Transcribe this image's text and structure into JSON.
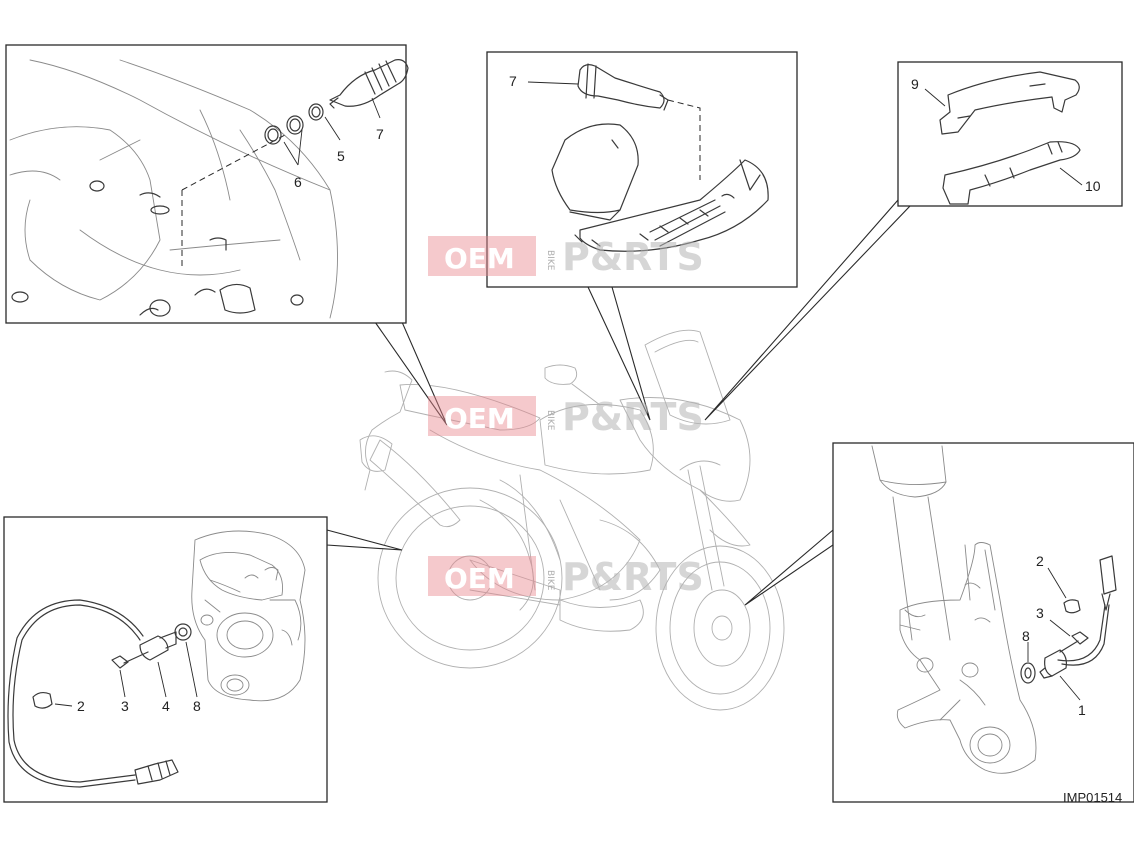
{
  "drawing_code": "IMP01514",
  "callouts": {
    "top_left": [
      "7",
      "6",
      "5"
    ],
    "top_center": [
      "7"
    ],
    "top_right": [
      "9",
      "10"
    ],
    "bottom_left": [
      "2",
      "3",
      "4",
      "8"
    ],
    "bottom_right": [
      "2",
      "3",
      "8",
      "1"
    ]
  },
  "watermark": {
    "oem": "OEM",
    "bike": "BIKE",
    "parts": "P&RTS"
  }
}
